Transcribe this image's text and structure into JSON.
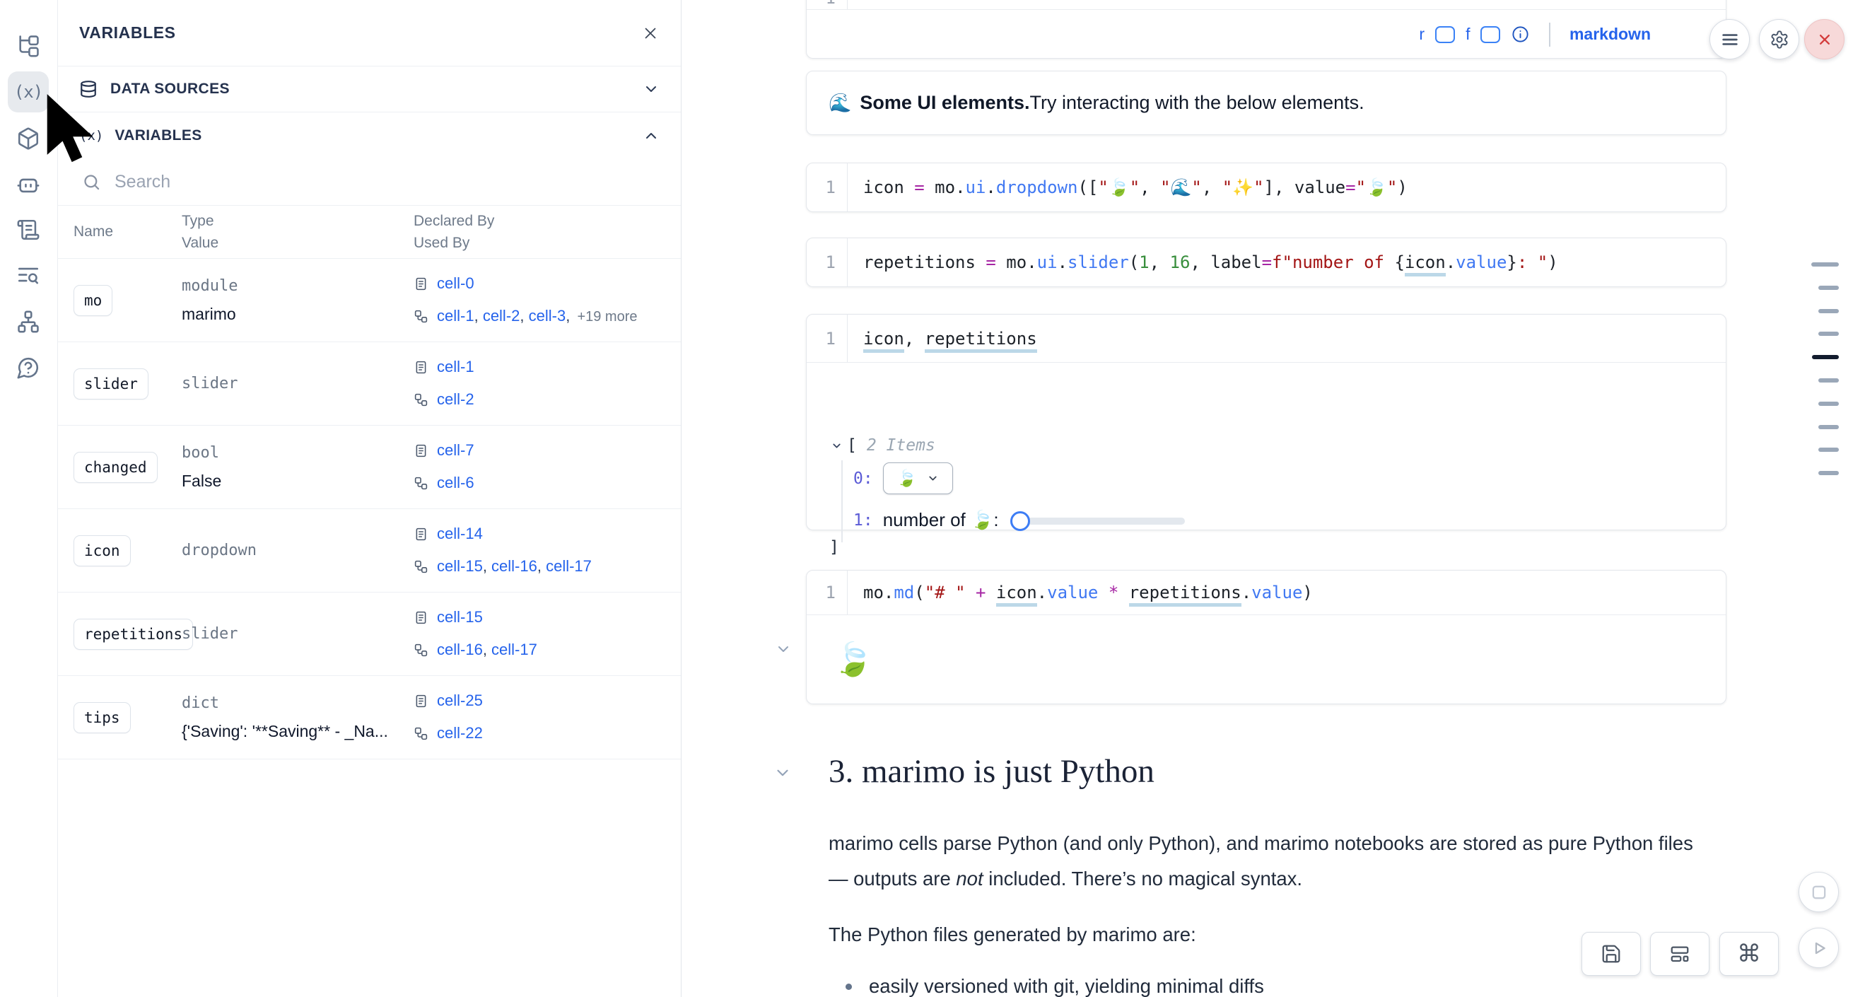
{
  "colors": {
    "accent_blue": "#2563eb",
    "code_function": "#4078f2",
    "code_operator": "#a626a4",
    "code_string": "#a31515",
    "code_number": "#388e3c",
    "underline_blue": "#bcd8e8",
    "close_red": "#d33c3c",
    "close_bg": "#f7d9d9",
    "minimap_tick": "#9aa7b8",
    "minimap_active": "#131c2e"
  },
  "activity_bar": {
    "icons": [
      "file-tree-icon",
      "variables-icon",
      "package-box-icon",
      "ai-bot-icon",
      "scratchpad-scroll-icon",
      "logs-search-icon",
      "dependency-graph-icon",
      "help-icon"
    ],
    "active": "variables-icon",
    "variables_glyph": "(x)"
  },
  "panel": {
    "title": "VARIABLES",
    "data_sources_label": "DATA SOURCES",
    "variables_label": "VARIABLES",
    "variables_glyph": "(x)",
    "search_placeholder": "Search",
    "headers": {
      "name": "Name",
      "type": "Type",
      "value": "Value",
      "declared": "Declared By",
      "used": "Used By"
    },
    "rows": [
      {
        "name": "mo",
        "type": "module",
        "value": "marimo",
        "declared": [
          "cell-0"
        ],
        "used": [
          "cell-1",
          "cell-2",
          "cell-3"
        ],
        "used_extra": "+19 more"
      },
      {
        "name": "slider",
        "type": "slider",
        "value": "",
        "declared": [
          "cell-1"
        ],
        "used": [
          "cell-2"
        ]
      },
      {
        "name": "changed",
        "type": "bool",
        "value": "False",
        "declared": [
          "cell-7"
        ],
        "used": [
          "cell-6"
        ]
      },
      {
        "name": "icon",
        "type": "dropdown",
        "value": "",
        "declared": [
          "cell-14"
        ],
        "used": [
          "cell-15",
          "cell-16",
          "cell-17"
        ]
      },
      {
        "name": "repetitions",
        "type": "slider",
        "value": "",
        "declared": [
          "cell-15"
        ],
        "used": [
          "cell-16",
          "cell-17"
        ]
      },
      {
        "name": "tips",
        "type": "dict",
        "value": "{'Saving': '**Saving** - _Na...",
        "declared": [
          "cell-25"
        ],
        "used": [
          "cell-22"
        ]
      }
    ]
  },
  "notebook": {
    "header_cell": {
      "line_no": "1",
      "code": [
        {
          "t": "**🌊 Some UI elements.** Try interacting with the below elements.",
          "c": "p"
        }
      ],
      "footer": {
        "r": "r",
        "f": "f",
        "lang": "markdown"
      }
    },
    "header_output": {
      "emoji": "🌊",
      "bold": "Some UI elements.",
      "rest": " Try interacting with the below elements."
    },
    "dropdown_cell": {
      "line_no": "1",
      "code": [
        {
          "t": "icon ",
          "c": "p"
        },
        {
          "t": "= ",
          "c": "op"
        },
        {
          "t": "mo",
          "c": "p"
        },
        {
          "t": ".",
          "c": "p"
        },
        {
          "t": "ui",
          "c": "fn"
        },
        {
          "t": ".",
          "c": "p"
        },
        {
          "t": "dropdown",
          "c": "fn"
        },
        {
          "t": "([",
          "c": "p"
        },
        {
          "t": "\"🍃\"",
          "c": "str"
        },
        {
          "t": ", ",
          "c": "p"
        },
        {
          "t": "\"🌊\"",
          "c": "str"
        },
        {
          "t": ", ",
          "c": "p"
        },
        {
          "t": "\"✨\"",
          "c": "str"
        },
        {
          "t": "], value",
          "c": "p"
        },
        {
          "t": "=",
          "c": "op"
        },
        {
          "t": "\"🍃\"",
          "c": "str"
        },
        {
          "t": ")",
          "c": "p"
        }
      ]
    },
    "slider_cell": {
      "line_no": "1",
      "code": [
        {
          "t": "repetitions ",
          "c": "p"
        },
        {
          "t": "= ",
          "c": "op"
        },
        {
          "t": "mo",
          "c": "p"
        },
        {
          "t": ".",
          "c": "p"
        },
        {
          "t": "ui",
          "c": "fn"
        },
        {
          "t": ".",
          "c": "p"
        },
        {
          "t": "slider",
          "c": "fn"
        },
        {
          "t": "(",
          "c": "p"
        },
        {
          "t": "1",
          "c": "num"
        },
        {
          "t": ", ",
          "c": "p"
        },
        {
          "t": "16",
          "c": "num"
        },
        {
          "t": ", label",
          "c": "p"
        },
        {
          "t": "=",
          "c": "op"
        },
        {
          "t": "f",
          "c": "str"
        },
        {
          "t": "\"number of ",
          "c": "str"
        },
        {
          "t": "{",
          "c": "p"
        },
        {
          "t": "icon",
          "c": "u"
        },
        {
          "t": ".",
          "c": "p"
        },
        {
          "t": "value",
          "c": "fn"
        },
        {
          "t": "}",
          "c": "p"
        },
        {
          "t": ": \"",
          "c": "str"
        },
        {
          "t": ")",
          "c": "p"
        }
      ]
    },
    "tuple_cell": {
      "line_no": "1",
      "code": [
        {
          "t": "icon",
          "c": "u"
        },
        {
          "t": ", ",
          "c": "p"
        },
        {
          "t": "repetitions",
          "c": "u"
        }
      ],
      "output": {
        "bracket_open": "[",
        "items_label": "2 Items",
        "idx0": "0:",
        "dropdown_value": "🍃",
        "idx1": "1:",
        "slider_label": "number of 🍃:",
        "bracket_close": "]"
      }
    },
    "md_cell": {
      "line_no": "1",
      "code": [
        {
          "t": "mo",
          "c": "p"
        },
        {
          "t": ".",
          "c": "p"
        },
        {
          "t": "md",
          "c": "fn"
        },
        {
          "t": "(",
          "c": "p"
        },
        {
          "t": "\"# \"",
          "c": "str"
        },
        {
          "t": " ",
          "c": "p"
        },
        {
          "t": "+",
          "c": "op"
        },
        {
          "t": " ",
          "c": "p"
        },
        {
          "t": "icon",
          "c": "u"
        },
        {
          "t": ".",
          "c": "p"
        },
        {
          "t": "value",
          "c": "fn"
        },
        {
          "t": " ",
          "c": "p"
        },
        {
          "t": "*",
          "c": "op"
        },
        {
          "t": " ",
          "c": "p"
        },
        {
          "t": "repetitions",
          "c": "u"
        },
        {
          "t": ".",
          "c": "p"
        },
        {
          "t": "value",
          "c": "fn"
        },
        {
          "t": ")",
          "c": "p"
        }
      ],
      "output_emoji": "🍃"
    },
    "section": {
      "heading": "3. marimo is just Python",
      "para_line1": "marimo cells parse Python (and only Python), and marimo notebooks are stored as pure Python files",
      "para_line2_pre": "— outputs are ",
      "para_line2_em": "not",
      "para_line2_post": " included. There’s no magical syntax.",
      "para2": "The Python files generated by marimo are:",
      "bullet1": "easily versioned with git, yielding minimal diffs"
    }
  },
  "toolbar": {
    "command_glyph": "⌘"
  },
  "minimap": {
    "count": 10,
    "active_index": 4
  }
}
